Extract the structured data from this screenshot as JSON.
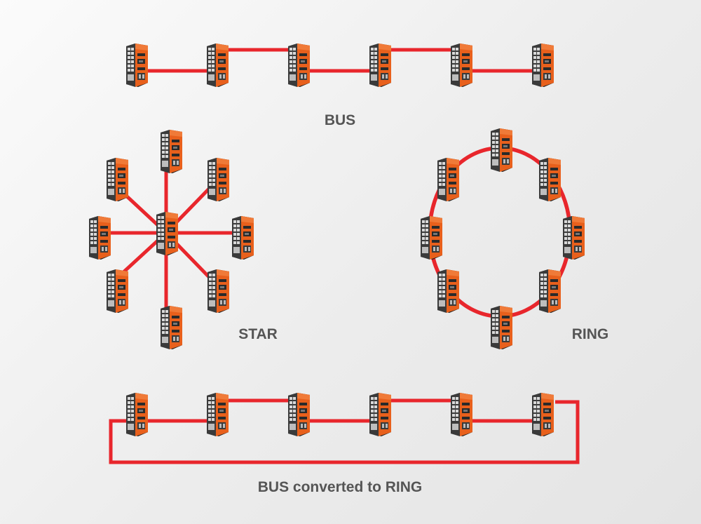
{
  "diagram": {
    "sections": [
      {
        "id": "bus",
        "label": "BUS"
      },
      {
        "id": "star",
        "label": "STAR"
      },
      {
        "id": "ring",
        "label": "RING"
      },
      {
        "id": "bus-ring",
        "label": "BUS converted to RING"
      }
    ],
    "colors": {
      "link": "#e8262c",
      "device_orange": "#e8601c",
      "device_dark": "#2a2a2a",
      "label": "#555555"
    },
    "device_icon": "industrial-ethernet-switch-icon"
  }
}
